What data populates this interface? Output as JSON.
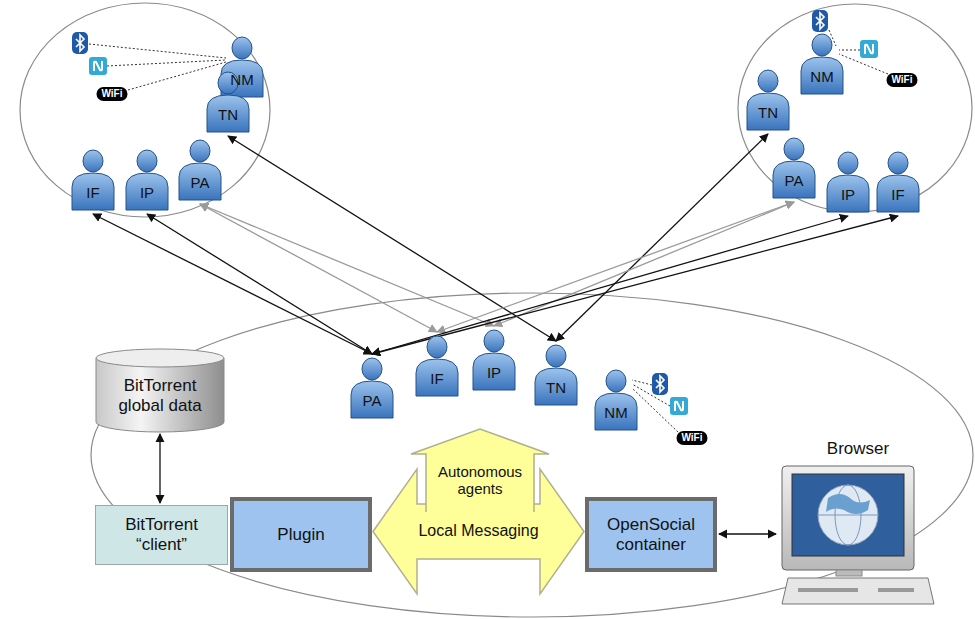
{
  "diagram": {
    "nodes": [
      {
        "text": [
          "NM"
        ]
      },
      {
        "text": [
          "TN"
        ]
      },
      {
        "text": [
          "PA"
        ]
      },
      {
        "text": [
          "IF"
        ]
      },
      {
        "text": [
          "IP"
        ]
      },
      {
        "text": [
          "NM"
        ]
      },
      {
        "text": [
          "TN"
        ]
      },
      {
        "text": [
          "PA"
        ]
      },
      {
        "text": [
          "IP"
        ]
      },
      {
        "text": [
          "IF"
        ]
      },
      {
        "text": [
          "BitTorrent global data"
        ]
      },
      {
        "text": [
          "PA"
        ]
      },
      {
        "text": [
          "IF"
        ]
      },
      {
        "text": [
          "IP"
        ]
      },
      {
        "text": [
          "TN"
        ]
      },
      {
        "text": [
          "NM"
        ]
      },
      {
        "text": [
          "Autonomous agents"
        ]
      },
      {
        "text": [
          "Browser"
        ]
      },
      {
        "text": [
          "BitTorrent “client”"
        ]
      },
      {
        "text": [
          "Plugin"
        ]
      },
      {
        "text": [
          "Local Messaging"
        ]
      },
      {
        "text": [
          "OpenSocial container"
        ]
      }
    ],
    "edges": [
      {
        "from": 3,
        "to": 11,
        "arrow": "both"
      },
      {
        "from": 4,
        "to": 11,
        "arrow": "both"
      },
      {
        "from": 2,
        "to": 12,
        "arrow": "both"
      },
      {
        "from": 2,
        "to": 13,
        "arrow": "both"
      },
      {
        "from": 1,
        "to": 14,
        "arrow": "both"
      },
      {
        "from": 6,
        "to": 14,
        "arrow": "both"
      },
      {
        "from": 7,
        "to": 12,
        "arrow": "both"
      },
      {
        "from": 7,
        "to": 13,
        "arrow": "both"
      },
      {
        "from": 8,
        "to": 11,
        "arrow": "both"
      },
      {
        "from": 9,
        "to": 11,
        "arrow": "both"
      },
      {
        "from": 10,
        "to": 18,
        "arrow": "both"
      },
      {
        "from": 17,
        "to": 21,
        "arrow": "both"
      }
    ],
    "labels": [
      "WiFi",
      "WiFi",
      "WiFi"
    ]
  }
}
